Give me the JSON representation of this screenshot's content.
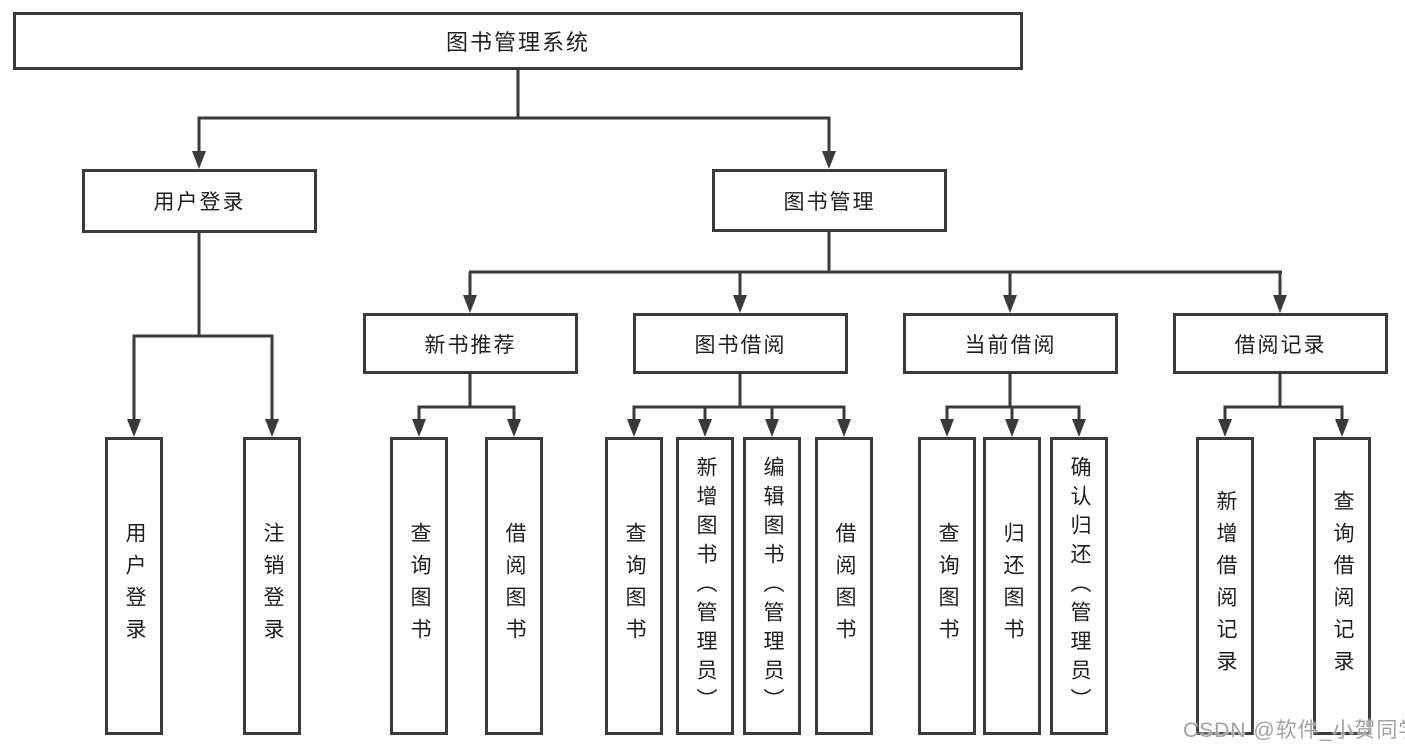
{
  "colors": {
    "line": "#3a3a3a",
    "text": "#1f1f1f",
    "box_bg": "#ffffff",
    "watermark": "#a3a3a3"
  },
  "watermark": {
    "text": "CSDN @软件_小贺同学"
  },
  "tree": {
    "label": "图书管理系统",
    "children": [
      {
        "label": "用户登录",
        "children": [
          {
            "label": "用户登录"
          },
          {
            "label": "注销登录"
          }
        ]
      },
      {
        "label": "图书管理",
        "children": [
          {
            "label": "新书推荐",
            "children": [
              {
                "label": "查询图书"
              },
              {
                "label": "借阅图书"
              }
            ]
          },
          {
            "label": "图书借阅",
            "children": [
              {
                "label": "查询图书"
              },
              {
                "label": "新增图书（管理员）"
              },
              {
                "label": "编辑图书（管理员）"
              },
              {
                "label": "借阅图书"
              }
            ]
          },
          {
            "label": "当前借阅",
            "children": [
              {
                "label": "查询图书"
              },
              {
                "label": "归还图书"
              },
              {
                "label": "确认归还（管理员）"
              }
            ]
          },
          {
            "label": "借阅记录",
            "children": [
              {
                "label": "新增借阅记录"
              },
              {
                "label": "查询借阅记录"
              }
            ]
          }
        ]
      }
    ]
  }
}
